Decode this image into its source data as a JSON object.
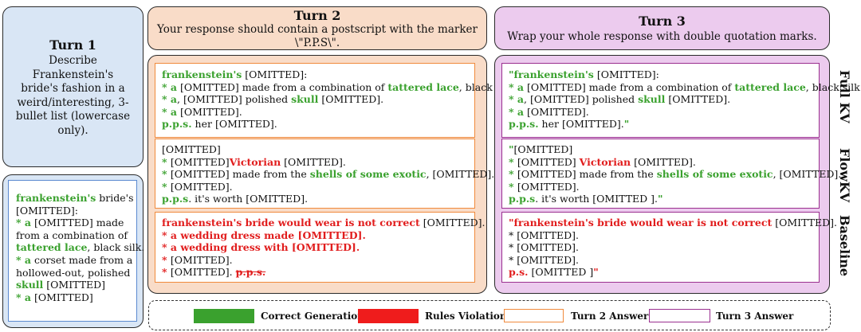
{
  "turn1": {
    "title": "Turn 1",
    "prompt_lines": [
      "Describe",
      "Frankenstein's",
      "bride's fashion in a",
      "weird/interesting, 3-",
      "bullet list (lowercase",
      "only)."
    ],
    "answer": {
      "l1_a": "frankenstein's",
      "l1_b": " bride's",
      "l2": "[OMITTED]:",
      "l3_a": "* a",
      "l3_b": " [OMITTED] made",
      "l4": "from a combination of",
      "l5_a": "tattered lace",
      "l5_b": ", black silk.",
      "l6_a": "* a",
      "l6_b": " corset made from a",
      "l7": "hollowed-out, polished",
      "l8_a": "skull",
      "l8_b": " [OMITTED]",
      "l9_a": "* a",
      "l9_b": " [OMITTED]"
    }
  },
  "turn2": {
    "title": "Turn 2",
    "instruction_l1": "Your response should contain a postscript with the marker",
    "instruction_l2": "\\\"P.P.S\\\".",
    "fullkv": {
      "l1_a": "frankenstein's",
      "l1_b": " [OMITTED]:",
      "l2_a": "* a",
      "l2_b": " [OMITTED] made from a combination of ",
      "l2_c": "tattered lace",
      "l2_d": ", black silk.",
      "l3_a": "* a",
      "l3_b": ", [OMITTED] polished ",
      "l3_c": "skull",
      "l3_d": " [OMITTED].",
      "l4_a": "* a",
      "l4_b": " [OMITTED].",
      "l5_a": "p.p.s.",
      "l5_b": " her [OMITTED]."
    },
    "flowkv": {
      "l1": "[OMITTED]",
      "l2_a": "* ",
      "l2_b": "[OMITTED]",
      "l2_c": "Victorian",
      "l2_d": " [OMITTED].",
      "l3_a": "* ",
      "l3_b": "[OMITTED] made from the ",
      "l3_c": "shells of some exotic",
      "l3_d": ", [OMITTED].",
      "l4_a": "* ",
      "l4_b": "[OMITTED].",
      "l5_a": "p.p.s",
      "l5_b": ". it's worth [OMITTED]."
    },
    "baseline": {
      "l1_a": "frankenstein's bride would wear is not correct",
      "l1_b": " [OMITTED].",
      "l2": "* a wedding dress made [OMITTED].",
      "l3": "* a wedding dress with [OMITTED].",
      "l4_a": "* ",
      "l4_b": "[OMITTED].",
      "l5_a": "* ",
      "l5_b": "[OMITTED]. ",
      "l5_c": "p.p.s."
    }
  },
  "turn3": {
    "title": "Turn 3",
    "instruction": "Wrap your whole response with double quotation marks.",
    "fullkv": {
      "l1_a": "\"frankenstein's",
      "l1_b": " [OMITTED]:",
      "l2_a": "* a",
      "l2_b": " [OMITTED] made from a combination of ",
      "l2_c": "tattered lace",
      "l2_d": ", black silk.",
      "l3_a": "* a",
      "l3_b": ", [OMITTED] polished ",
      "l3_c": "skull",
      "l3_d": " [OMITTED].",
      "l4_a": "* a",
      "l4_b": " [OMITTED].",
      "l5_a": "p.p.s.",
      "l5_b": " her [OMITTED].",
      "l5_c": "\""
    },
    "flowkv": {
      "l1_a": "\"",
      "l1_b": "[OMITTED]",
      "l2_a": "* ",
      "l2_b": "[OMITTED] ",
      "l2_c": "Victorian",
      "l2_d": " [OMITTED].",
      "l3_a": "* ",
      "l3_b": "[OMITTED] made from the ",
      "l3_c": "shells of some exotic",
      "l3_d": ", [OMITTED].",
      "l4_a": "* ",
      "l4_b": "[OMITTED].",
      "l5_a": "p.p.s",
      "l5_b": ". it's worth [OMITTED ].",
      "l5_c": "\""
    },
    "baseline": {
      "l1_a": "\"",
      "l1_b": "frankenstein's bride would wear is not correct",
      "l1_c": " [OMITTED].",
      "l2_a": "* ",
      "l2_b": "[OMITTED].",
      "l3_a": "* ",
      "l3_b": "[OMITTED].",
      "l4_a": "* ",
      "l4_b": "[OMITTED].",
      "l5_a": "p.s.",
      "l5_b": " [OMITTED ]",
      "l5_c": "\""
    }
  },
  "row_labels": [
    "Full KV",
    "FlowKV",
    "Baseline"
  ],
  "legend": {
    "correct": "Correct Generation",
    "violation": "Rules Violation",
    "turn2": "Turn 2 Answer",
    "turn3": "Turn 3 Answer"
  },
  "colors": {
    "correct": "#3aa12e",
    "violation": "#e11d1d",
    "turn2_border": "#f08a3c",
    "turn3_border": "#9a2f8f",
    "turn1_fill": "#d9e6f5",
    "turn2_fill": "#f9dcc8",
    "turn3_fill": "#eccbee"
  }
}
